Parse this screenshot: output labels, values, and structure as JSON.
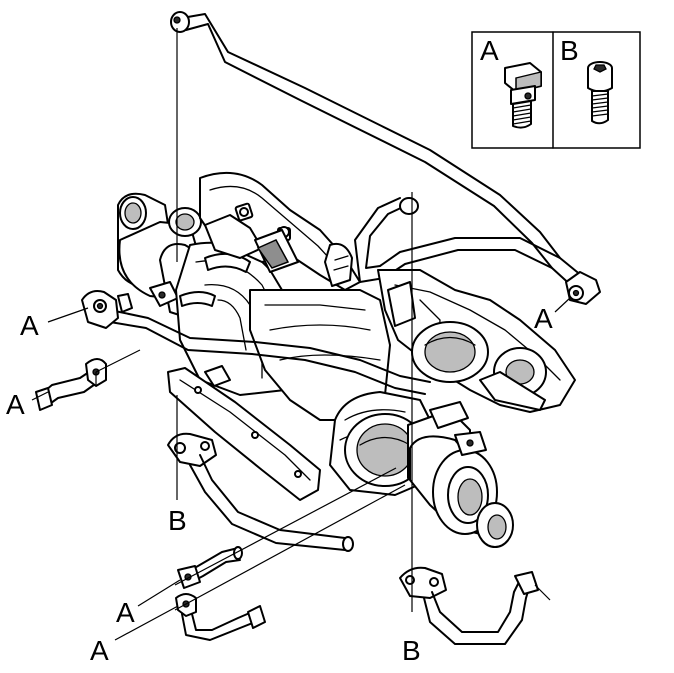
{
  "legend": {
    "bolt_a_label": "A",
    "bolt_b_label": "B",
    "bolt_a_icon": "banjo-bolt-icon",
    "bolt_b_icon": "socket-head-screw-icon"
  },
  "callouts": {
    "a_left_upper": "A",
    "a_left_lower": "A",
    "a_right": "A",
    "b_center": "B",
    "a_bottom_upper": "A",
    "a_bottom_lower": "A",
    "b_bottom_right": "B"
  }
}
